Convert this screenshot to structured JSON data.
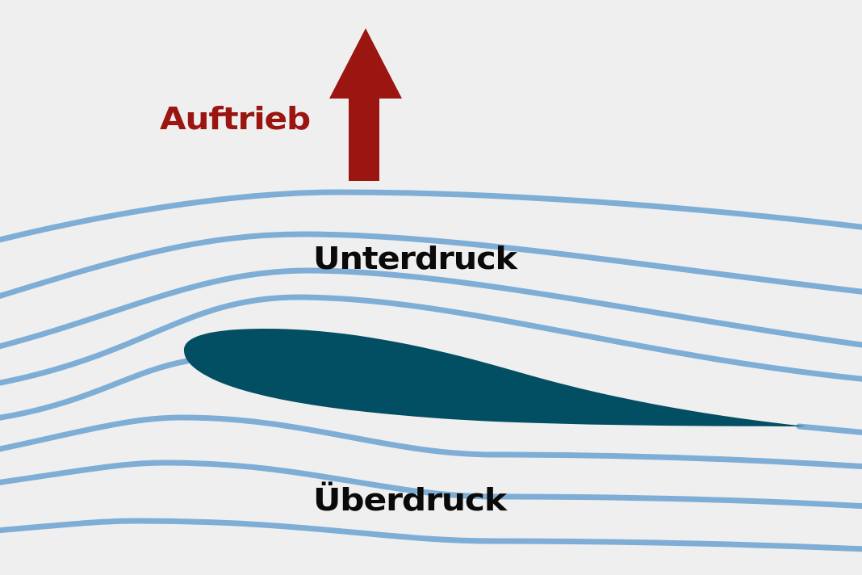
{
  "labels": {
    "lift": "Auftrieb",
    "upper": "Unterdruck",
    "lower": "Überdruck"
  },
  "colors": {
    "background": "#efefef",
    "streamline": "#7eadd6",
    "airfoil": "#024e63",
    "lift_arrow": "#9b1511",
    "text": "#0a0a0a"
  }
}
